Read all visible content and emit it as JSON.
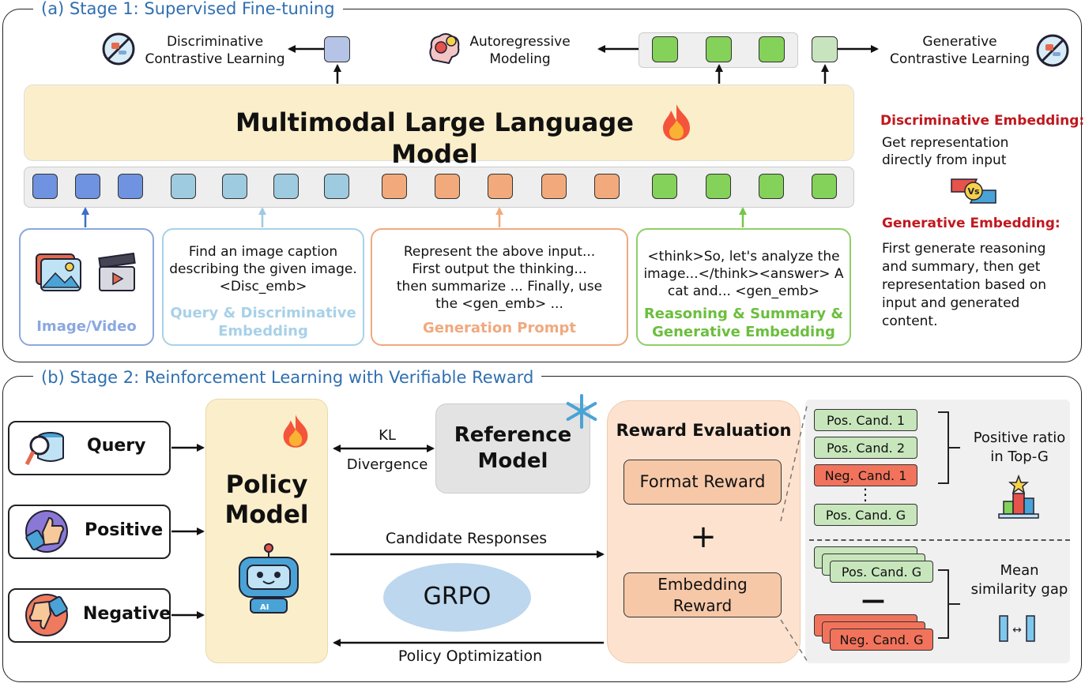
{
  "stage1": {
    "title": "(a) Stage 1: Supervised Fine-tuning",
    "disc_contrastive": [
      "Discriminative",
      "Contrastive Learning"
    ],
    "autoregressive": [
      "Autoregressive",
      "Modeling"
    ],
    "gen_contrastive": [
      "Generative",
      "Contrastive Learning"
    ],
    "mllm_label": "Multimodal Large Language Model",
    "input_image_video": "Image/Video",
    "query_text": [
      "Find an image caption",
      "describing the given image.",
      "<Disc_emb>"
    ],
    "query_label": [
      "Query & Discriminative",
      "Embedding"
    ],
    "gen_prompt_text": [
      "Represent the above input...",
      "First output the thinking...",
      "then summarize ... Finally, use",
      "the <gen_emb> ..."
    ],
    "gen_prompt_label": "Generation Prompt",
    "reasoning_text": [
      "<think>So, let's analyze the",
      "image...</think><answer> A",
      "cat and... <gen_emb>"
    ],
    "reasoning_label": [
      "Reasoning & Summary &",
      "Generative Embedding"
    ]
  },
  "legend": {
    "disc_title": "Discriminative Embedding:",
    "disc_desc": [
      "Get representation",
      "directly from input"
    ],
    "vs_badge": "Vs",
    "gen_title": "Generative Embedding:",
    "gen_desc": [
      "First generate reasoning",
      "and summary, then get",
      "representation based on",
      "input and generated",
      "content."
    ]
  },
  "stage2": {
    "title": "(b) Stage 2: Reinforcement Learning with Verifiable Reward",
    "inputs": [
      "Query",
      "Positive",
      "Negative"
    ],
    "policy_model": [
      "Policy",
      "Model"
    ],
    "robot_badge": "AI",
    "kl": "KL",
    "divergence": "Divergence",
    "reference_model": [
      "Reference",
      "Model"
    ],
    "candidate_responses": "Candidate Responses",
    "grpo": "GRPO",
    "policy_optimization": "Policy Optimization",
    "reward_eval_title": "Reward Evaluation",
    "format_reward": "Format Reward",
    "plus": "+",
    "embedding_reward": [
      "Embedding",
      "Reward"
    ],
    "cands_top": [
      "Pos. Cand. 1",
      "Pos. Cand. 2",
      "Neg. Cand. 1",
      "Pos. Cand. G"
    ],
    "dots": "⋮",
    "positive_ratio": [
      "Positive ratio",
      "in Top-G"
    ],
    "pos_cand_g": "Pos. Cand. G",
    "minus": "—",
    "neg_cand_g": "Neg. Cand. G",
    "mean_gap": [
      "Mean",
      "similarity gap"
    ],
    "gap_arrow": "↔"
  },
  "colors": {
    "title_blue": "#2f6fb0",
    "mllm_fill": "#fbefcb",
    "legend_red": "#c0181f",
    "blue_token": "#6f93e0",
    "lightblue_token": "#9fcbe0",
    "orange_token": "#f2aa7c",
    "green_token": "#84d259",
    "policy_fill": "#fbefcb",
    "reward_fill": "#fde3cf"
  }
}
